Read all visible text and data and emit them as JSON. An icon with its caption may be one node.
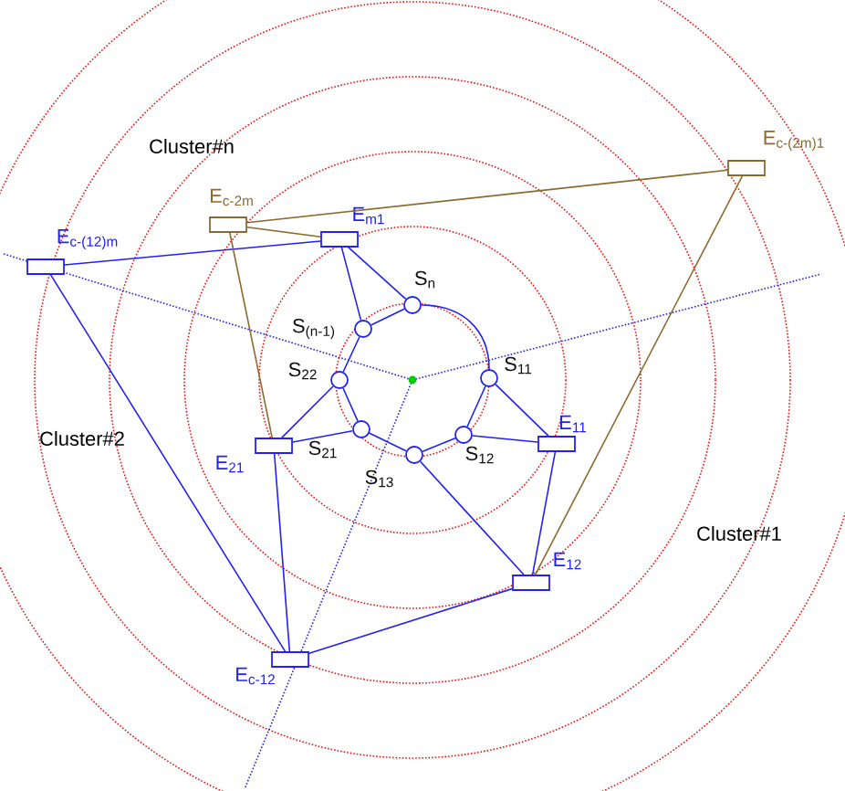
{
  "diagram": {
    "nodes": [
      {
        "text": [
          "E$_{m1}$"
        ]
      },
      {
        "text": [
          "E$_{c-2m}$"
        ]
      },
      {
        "text": [
          "E$_{c-(2m)1}$"
        ]
      },
      {
        "text": [
          "E$_{c-(12)m}$"
        ]
      },
      {
        "text": [
          "S$_{n}$"
        ]
      },
      {
        "text": [
          "S$_{(n-1)}$"
        ]
      },
      {
        "text": [
          "S$_{22}$"
        ]
      },
      {
        "text": [
          "S$_{11}$"
        ]
      },
      {
        "text": [
          "E$_{21}$"
        ]
      },
      {
        "text": [
          "S$_{21}$"
        ]
      },
      {
        "text": [
          "S$_{13}$"
        ]
      },
      {
        "text": [
          "S$_{12}$"
        ]
      },
      {
        "text": [
          "E$_{11}$"
        ]
      },
      {
        "text": [
          "E$_{12}$"
        ]
      },
      {
        "text": [
          "E$_{c-12}$"
        ]
      }
    ],
    "edges": [
      {
        "from": 0,
        "to": 4,
        "arrow": "none"
      },
      {
        "from": 0,
        "to": 5,
        "arrow": "none"
      },
      {
        "from": 4,
        "to": 5,
        "arrow": "none"
      },
      {
        "from": 4,
        "to": 7,
        "arrow": "none"
      },
      {
        "from": 5,
        "to": 6,
        "arrow": "none"
      },
      {
        "from": 6,
        "to": 9,
        "arrow": "none"
      },
      {
        "from": 6,
        "to": 8,
        "arrow": "none"
      },
      {
        "from": 9,
        "to": 8,
        "arrow": "none"
      },
      {
        "from": 9,
        "to": 10,
        "arrow": "none"
      },
      {
        "from": 10,
        "to": 11,
        "arrow": "none"
      },
      {
        "from": 11,
        "to": 7,
        "arrow": "none"
      },
      {
        "from": 7,
        "to": 12,
        "arrow": "none"
      },
      {
        "from": 11,
        "to": 12,
        "arrow": "none"
      },
      {
        "from": 10,
        "to": 13,
        "arrow": "none"
      },
      {
        "from": 12,
        "to": 13,
        "arrow": "none"
      },
      {
        "from": 8,
        "to": 14,
        "arrow": "none"
      },
      {
        "from": 3,
        "to": 14,
        "arrow": "none"
      },
      {
        "from": 3,
        "to": 0,
        "arrow": "none"
      },
      {
        "from": 14,
        "to": 13,
        "arrow": "none"
      },
      {
        "from": 1,
        "to": 0,
        "arrow": "none",
        "color": "#8b6a2e"
      },
      {
        "from": 1,
        "to": 2,
        "arrow": "none",
        "color": "#8b6a2e"
      },
      {
        "from": 1,
        "to": 8,
        "arrow": "none",
        "color": "#8b6a2e"
      },
      {
        "from": 2,
        "to": 13,
        "arrow": "none",
        "color": "#8b6a2e"
      }
    ],
    "labels": [
      "Cluster#n",
      "Cluster#2",
      "Cluster#1"
    ]
  }
}
